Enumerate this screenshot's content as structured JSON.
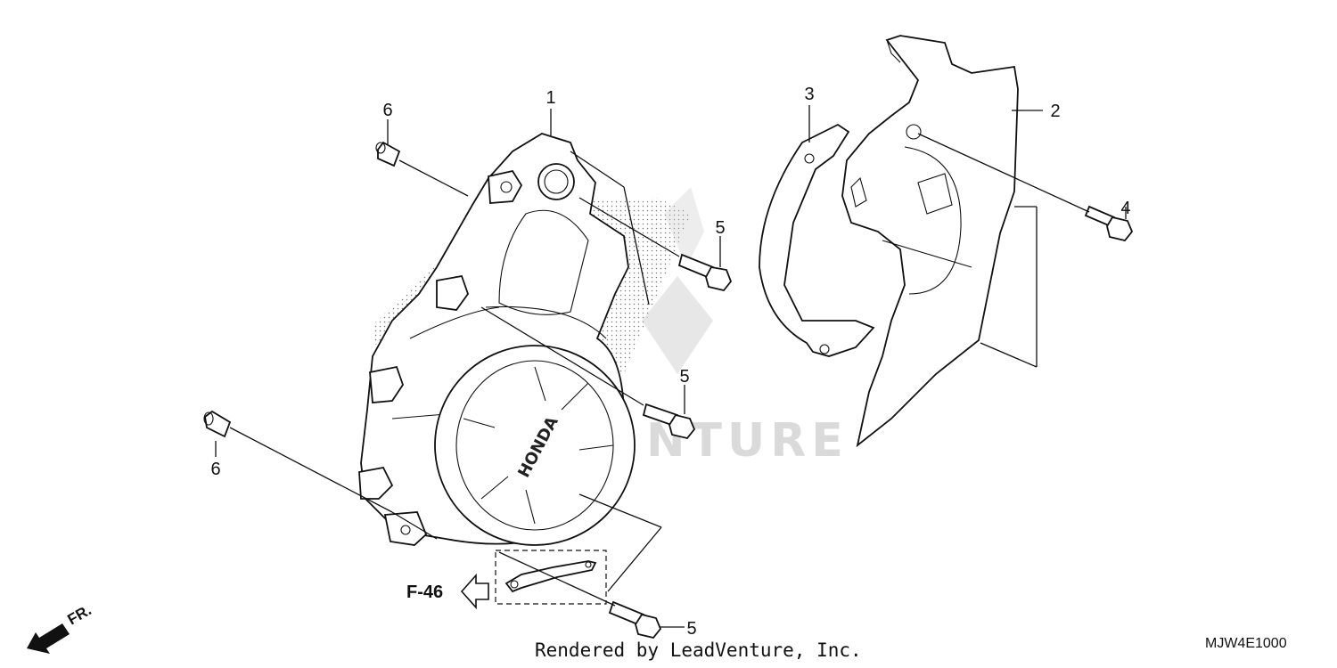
{
  "callouts": {
    "c1": "1",
    "c2": "2",
    "c3": "3",
    "c4": "4",
    "c5a": "5",
    "c5b": "5",
    "c5c": "5",
    "c6a": "6",
    "c6b": "6"
  },
  "reference_label": "F-46",
  "front_label": "FR.",
  "watermark": "NTURE",
  "footer": {
    "credit": "Rendered by LeadVenture, Inc.",
    "diagram_code": "MJW4E1000"
  },
  "engraving": "HONDA",
  "icons": {
    "front_arrow": "front-direction-arrow-icon",
    "reference_arrow": "hollow-arrow-left-icon"
  },
  "colors": {
    "line": "#111111",
    "dot_shading": "#777777",
    "watermark": "#bdbdbd"
  }
}
